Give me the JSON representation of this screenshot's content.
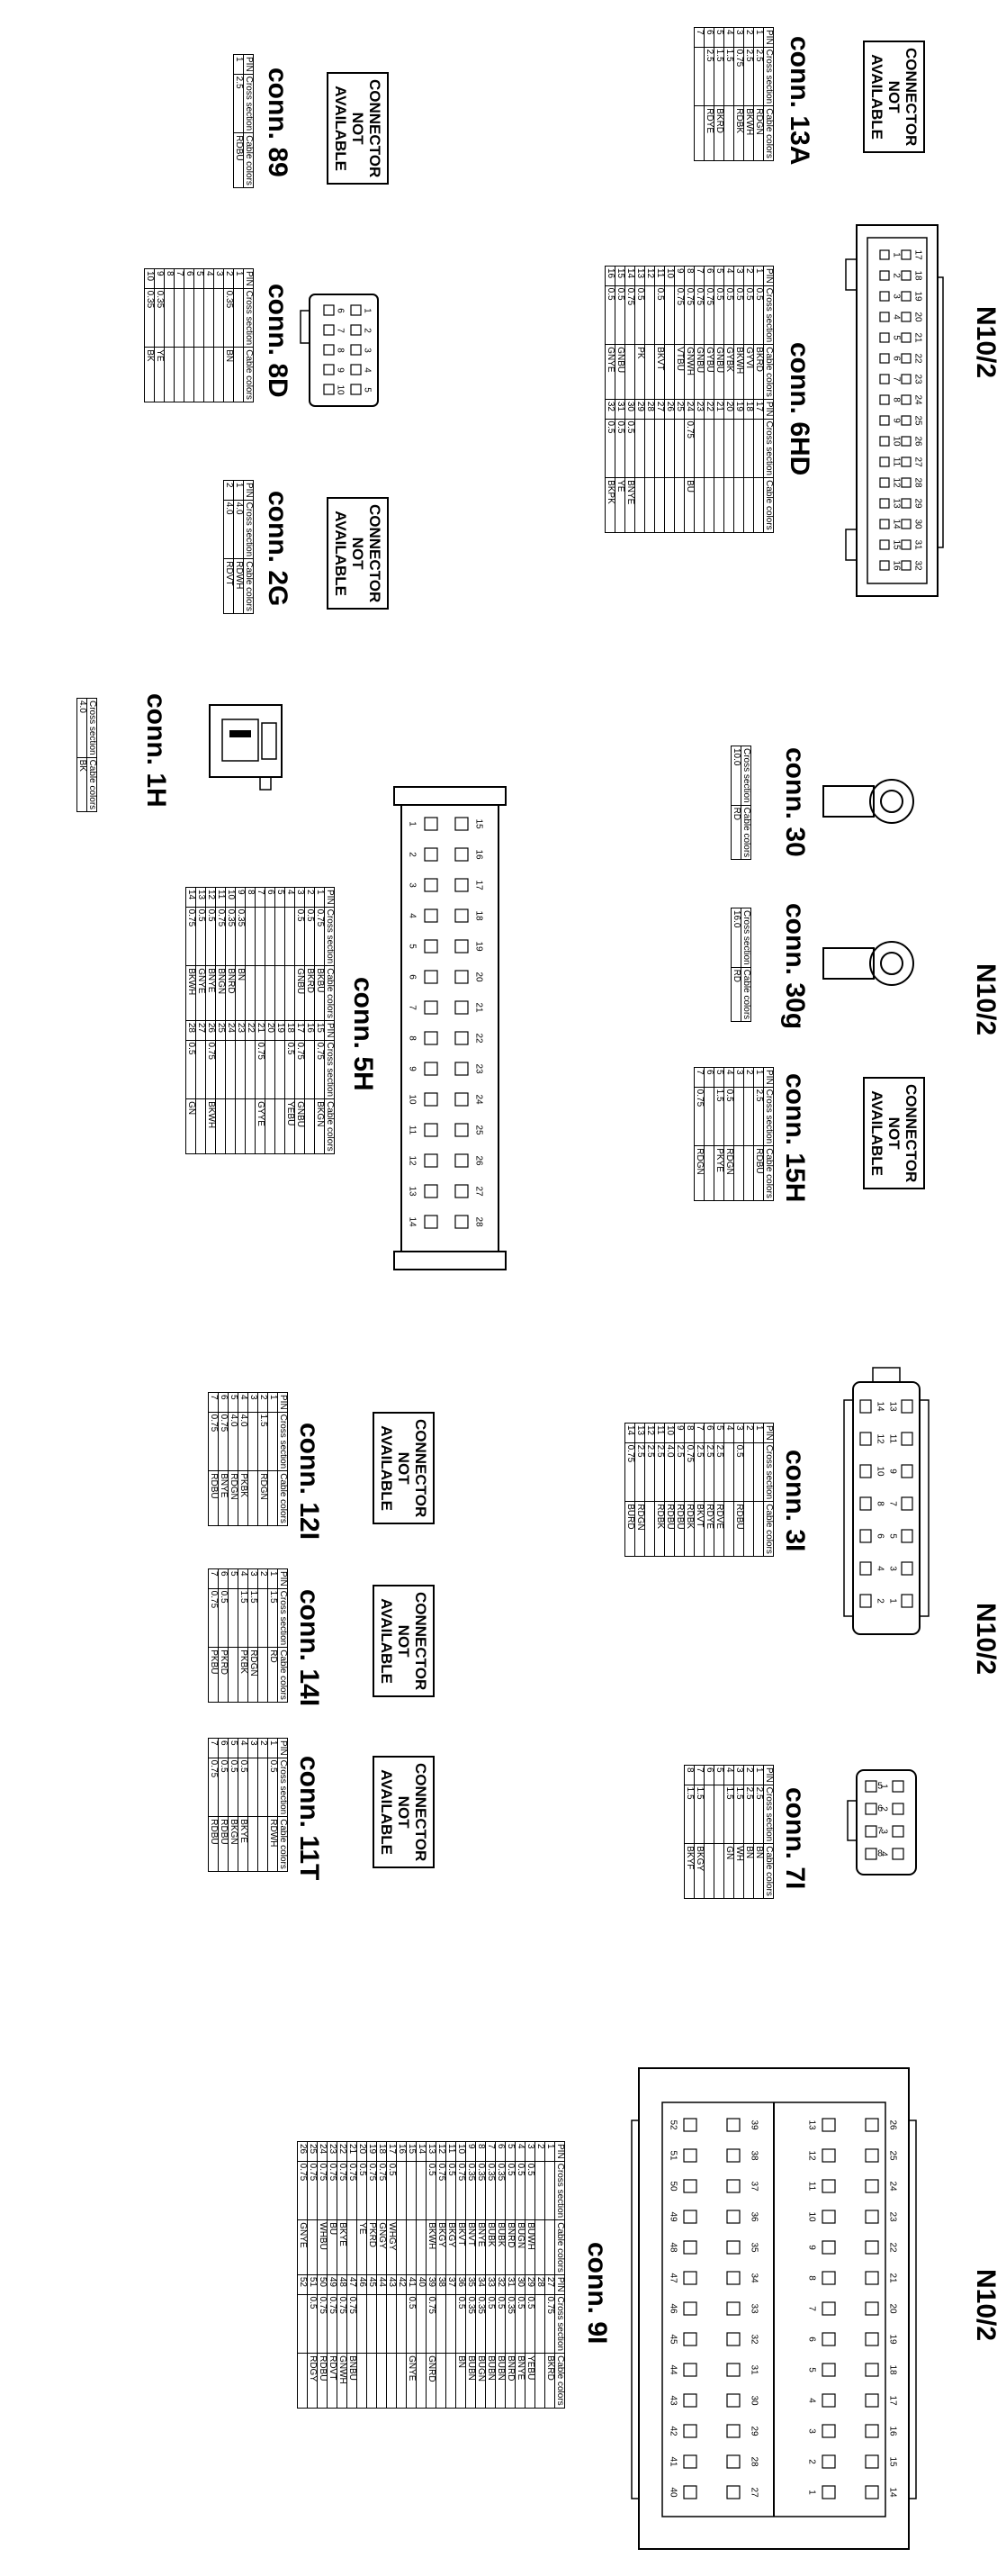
{
  "labels": {
    "n10_2": "N10/2",
    "not_available": "CONNECTOR\nNOT\nAVAILABLE"
  },
  "headers": {
    "pin": "PIN",
    "cross": "Cross section",
    "cable": "Cable colors"
  },
  "connectors": {
    "c13A": {
      "title": "conn. 13A",
      "rows": [
        [
          "1",
          "2.5",
          "RDGN"
        ],
        [
          "2",
          "2.5",
          "BKWH"
        ],
        [
          "3",
          "0.75",
          "RDBK"
        ],
        [
          "4",
          "1.5",
          ""
        ],
        [
          "5",
          "1.5",
          "BKRD"
        ],
        [
          "6",
          "2.5",
          "RDYE"
        ],
        [
          "7",
          "",
          ""
        ]
      ]
    },
    "c89": {
      "title": "conn. 89",
      "rows": [
        [
          "1",
          "2.5",
          "RDBU"
        ]
      ]
    },
    "c6HD": {
      "title": "conn. 6HD",
      "rows": [
        [
          "1",
          "0.5",
          "BKRD",
          "17",
          "",
          ""
        ],
        [
          "2",
          "0.5",
          "GYVI",
          "18",
          "",
          ""
        ],
        [
          "3",
          "0.5",
          "BKWH",
          "19",
          "",
          ""
        ],
        [
          "4",
          "0.5",
          "GYBK",
          "20",
          "",
          ""
        ],
        [
          "5",
          "0.5",
          "GNBU",
          "21",
          "",
          ""
        ],
        [
          "6",
          "0.75",
          "GYBU",
          "22",
          "",
          ""
        ],
        [
          "7",
          "0.75",
          "GNBU",
          "23",
          "",
          ""
        ],
        [
          "8",
          "0.75",
          "GNWH",
          "24",
          "0.75",
          "BU"
        ],
        [
          "9",
          "0.75",
          "VTBU",
          "25",
          "",
          ""
        ],
        [
          "10",
          "",
          "",
          "26",
          "",
          ""
        ],
        [
          "11",
          "0.5",
          "BKVT",
          "27",
          "",
          ""
        ],
        [
          "12",
          "",
          "",
          "28",
          "",
          ""
        ],
        [
          "13",
          "0.5",
          "PK",
          "29",
          "",
          ""
        ],
        [
          "14",
          "0.75",
          "",
          "30",
          "0.5",
          "BNYE"
        ],
        [
          "15",
          "0.5",
          "GNBU",
          "31",
          "0.5",
          "YE"
        ],
        [
          "16",
          "0.5",
          "GNYE",
          "32",
          "0.5",
          "BKPK"
        ]
      ]
    },
    "c8D": {
      "title": "conn. 8D",
      "rows": [
        [
          "1",
          "",
          ""
        ],
        [
          "2",
          "0.35",
          "BN"
        ],
        [
          "3",
          "",
          ""
        ],
        [
          "4",
          "",
          ""
        ],
        [
          "5",
          "",
          ""
        ],
        [
          "6",
          "",
          ""
        ],
        [
          "7",
          "",
          ""
        ],
        [
          "8",
          "",
          ""
        ],
        [
          "9",
          "0.35",
          "YE"
        ],
        [
          "10",
          "0.35",
          "BK"
        ]
      ]
    },
    "c2G": {
      "title": "conn. 2G",
      "rows": [
        [
          "1",
          "4.0",
          "RDWH"
        ],
        [
          "2",
          "4.0",
          "RDVT"
        ]
      ]
    },
    "c1H": {
      "title": "conn. 1H",
      "rows": [
        [
          "4.0",
          "BK"
        ]
      ]
    },
    "c30": {
      "title": "conn. 30",
      "rows": [
        [
          "10.0",
          "RD"
        ]
      ]
    },
    "c30g": {
      "title": "conn. 30g",
      "rows": [
        [
          "16.0",
          "RD"
        ]
      ]
    },
    "c15H": {
      "title": "conn. 15H",
      "rows": [
        [
          "1",
          "2.5",
          "RDBU"
        ],
        [
          "2",
          "",
          ""
        ],
        [
          "3",
          "",
          ""
        ],
        [
          "4",
          "0.5",
          "RDGN"
        ],
        [
          "5",
          "1.5",
          "PKYE"
        ],
        [
          "6",
          "",
          ""
        ],
        [
          "7",
          "0.75",
          "RDGN"
        ]
      ]
    },
    "c5H": {
      "title": "conn. 5H",
      "rows": [
        [
          "1",
          "0.75",
          "BKBU",
          "15",
          "0.75",
          "BKGN"
        ],
        [
          "2",
          "0.5",
          "BKRD",
          "16",
          "",
          ""
        ],
        [
          "3",
          "0.5",
          "GNBU",
          "17",
          "0.75",
          "GNBU"
        ],
        [
          "4",
          "",
          "",
          "18",
          "0.5",
          "YEBU"
        ],
        [
          "5",
          "",
          "",
          "19",
          "",
          ""
        ],
        [
          "6",
          "",
          "",
          "20",
          "",
          ""
        ],
        [
          "7",
          "",
          "",
          "21",
          "0.75",
          "GYYE"
        ],
        [
          "8",
          "",
          "",
          "22",
          "",
          ""
        ],
        [
          "9",
          "0.35",
          "BN",
          "23",
          "",
          ""
        ],
        [
          "10",
          "0.35",
          "BNRD",
          "24",
          "",
          ""
        ],
        [
          "11",
          "0.75",
          "BNGN",
          "25",
          "",
          ""
        ],
        [
          "12",
          "0.5",
          "BNYE",
          "26",
          "0.75",
          "BKWH"
        ],
        [
          "13",
          "0.5",
          "GNYE",
          "27",
          "",
          ""
        ],
        [
          "14",
          "0.75",
          "BKWH",
          "28",
          "0.5",
          "GN"
        ]
      ]
    },
    "c3I": {
      "title": "conn. 3I",
      "rows": [
        [
          "1",
          "",
          ""
        ],
        [
          "2",
          "",
          ""
        ],
        [
          "3",
          "0.5",
          "RDBU"
        ],
        [
          "4",
          "",
          ""
        ],
        [
          "5",
          "2.5",
          "RDVE"
        ],
        [
          "6",
          "2.5",
          "RDYE"
        ],
        [
          "7",
          "2.5",
          "BKVT"
        ],
        [
          "8",
          "0.75",
          "RDBK"
        ],
        [
          "9",
          "2.5",
          "RDBU"
        ],
        [
          "10",
          "4.0",
          "RDBU"
        ],
        [
          "11",
          "2.5",
          "RDBK"
        ],
        [
          "12",
          "2.5",
          ""
        ],
        [
          "13",
          "2.5",
          "RDGN"
        ],
        [
          "14",
          "0.75",
          "BURD"
        ]
      ]
    },
    "c12I": {
      "title": "conn. 12I",
      "rows": [
        [
          "1",
          "",
          ""
        ],
        [
          "2",
          "1.5",
          "RDGN"
        ],
        [
          "3",
          "",
          ""
        ],
        [
          "4",
          "4.0",
          "PKBK"
        ],
        [
          "5",
          "4.0",
          "RDGN"
        ],
        [
          "6",
          "0.75",
          "BNYE"
        ],
        [
          "7",
          "0.75",
          "RDBU"
        ]
      ]
    },
    "c7I": {
      "title": "conn. 7I",
      "rows": [
        [
          "1",
          "2.5",
          "BN"
        ],
        [
          "2",
          "2.5",
          "BN"
        ],
        [
          "3",
          "1.5",
          "WH"
        ],
        [
          "4",
          "1.5",
          "GN"
        ],
        [
          "5",
          "",
          ""
        ],
        [
          "6",
          "",
          ""
        ],
        [
          "7",
          "1.5",
          "BKGY"
        ],
        [
          "8",
          "1.5",
          "BKYF"
        ]
      ]
    },
    "c14I": {
      "title": "conn. 14I",
      "rows": [
        [
          "1",
          "1.5",
          "RD"
        ],
        [
          "2",
          "",
          ""
        ],
        [
          "3",
          "1.5",
          "RDGN"
        ],
        [
          "4",
          "1.5",
          "PKBK"
        ],
        [
          "5",
          "",
          ""
        ],
        [
          "6",
          "0.5",
          "PKRD"
        ],
        [
          "7",
          "0.75",
          "PKBU"
        ]
      ]
    },
    "c11T": {
      "title": "conn. 11T",
      "rows": [
        [
          "1",
          "0.5",
          "RDWH"
        ],
        [
          "2",
          "",
          ""
        ],
        [
          "3",
          "",
          ""
        ],
        [
          "4",
          "0.5",
          "BKYE"
        ],
        [
          "5",
          "0.5",
          "BKGN"
        ],
        [
          "6",
          "0.5",
          "RDBU"
        ],
        [
          "7",
          "0.75",
          "RDBU"
        ]
      ]
    },
    "c9I": {
      "title": "conn. 9I",
      "rows": [
        [
          "1",
          "",
          "",
          "27",
          "0.75",
          "BKRD"
        ],
        [
          "2",
          "",
          "",
          "28",
          "",
          ""
        ],
        [
          "3",
          "0.5",
          "BUWH",
          "29",
          "0.5",
          "YEBU"
        ],
        [
          "4",
          "0.5",
          "BUGN",
          "30",
          "0.5",
          "BNYE"
        ],
        [
          "5",
          "0.5",
          "BNRD",
          "31",
          "0.35",
          "BNRD"
        ],
        [
          "6",
          "0.35",
          "BUBK",
          "32",
          "0.5",
          "BUBN"
        ],
        [
          "7",
          "0.35",
          "BUBK",
          "33",
          "0.5",
          "BUBN"
        ],
        [
          "8",
          "0.35",
          "BNYE",
          "34",
          "0.35",
          "BUGN"
        ],
        [
          "9",
          "0.35",
          "BNVT",
          "35",
          "0.35",
          "BUBN"
        ],
        [
          "10",
          "0.75",
          "BKVT",
          "36",
          "0.5",
          "BN"
        ],
        [
          "11",
          "0.5",
          "BKGY",
          "37",
          "",
          ""
        ],
        [
          "12",
          "0.75",
          "BKGY",
          "38",
          "",
          ""
        ],
        [
          "13",
          "0.5",
          "BKWH",
          "39",
          "0.75",
          "GNRD"
        ],
        [
          "14",
          "",
          "",
          "40",
          "",
          ""
        ],
        [
          "15",
          "",
          "",
          "41",
          "0.5",
          "GNYE"
        ],
        [
          "16",
          "",
          "",
          "42",
          "",
          ""
        ],
        [
          "17",
          "0.5",
          "WHGY",
          "43",
          "",
          ""
        ],
        [
          "18",
          "0.75",
          "GNGY",
          "44",
          "",
          ""
        ],
        [
          "19",
          "0.75",
          "PKRD",
          "45",
          "",
          ""
        ],
        [
          "20",
          "0.5",
          "YE",
          "46",
          "",
          ""
        ],
        [
          "21",
          "0.75",
          "",
          "47",
          "0.75",
          "BNBU"
        ],
        [
          "22",
          "0.75",
          "BKYE",
          "48",
          "0.75",
          "GNWH"
        ],
        [
          "23",
          "0.75",
          "BU",
          "49",
          "0.75",
          "RDVT"
        ],
        [
          "24",
          "0.75",
          "WHBU",
          "50",
          "0.75",
          "RDBU"
        ],
        [
          "25",
          "0.75",
          "",
          "51",
          "0.5",
          "RDGY"
        ],
        [
          "26",
          "0.75",
          "GNYE",
          "52",
          "",
          ""
        ]
      ]
    }
  },
  "pinouts": {
    "n6HD_top": [
      "17",
      "18",
      "19",
      "20",
      "21",
      "22",
      "23",
      "24",
      "25",
      "26",
      "27",
      "28",
      "29",
      "30",
      "31",
      "32"
    ],
    "n6HD_bot": [
      "1",
      "2",
      "3",
      "4",
      "5",
      "6",
      "7",
      "8",
      "9",
      "10",
      "11",
      "12",
      "13",
      "14",
      "15",
      "16"
    ],
    "c8D_top": [
      "1",
      "2",
      "3",
      "4",
      "5"
    ],
    "c8D_bot": [
      "6",
      "7",
      "8",
      "9",
      "10"
    ],
    "c5H_top": [
      "15",
      "16",
      "17",
      "18",
      "19",
      "20",
      "21",
      "22",
      "23",
      "24",
      "25",
      "26",
      "27",
      "28"
    ],
    "c5H_bot": [
      "1",
      "2",
      "3",
      "4",
      "5",
      "6",
      "7",
      "8",
      "9",
      "10",
      "11",
      "12",
      "13",
      "14"
    ],
    "c3I_a": [
      "13",
      "11",
      "9",
      "7",
      "5",
      "3",
      "1"
    ],
    "c3I_b": [
      "14",
      "12",
      "10",
      "8",
      "6",
      "4",
      "2"
    ],
    "c7I_a": [
      "1",
      "2",
      "3",
      "4"
    ],
    "c7I_b": [
      "5",
      "6",
      "7",
      "8"
    ],
    "c9I_r1": [
      "26",
      "25",
      "24",
      "23",
      "22",
      "21",
      "20",
      "19",
      "18",
      "17",
      "16",
      "15",
      "14"
    ],
    "c9I_r2": [
      "13",
      "12",
      "11",
      "10",
      "9",
      "8",
      "7",
      "6",
      "5",
      "4",
      "3",
      "2",
      "1"
    ],
    "c9I_r3": [
      "39",
      "38",
      "37",
      "36",
      "35",
      "34",
      "33",
      "32",
      "31",
      "30",
      "29",
      "28",
      "27"
    ],
    "c9I_r4": [
      "52",
      "51",
      "50",
      "49",
      "48",
      "47",
      "46",
      "45",
      "44",
      "43",
      "42",
      "41",
      "40"
    ]
  }
}
